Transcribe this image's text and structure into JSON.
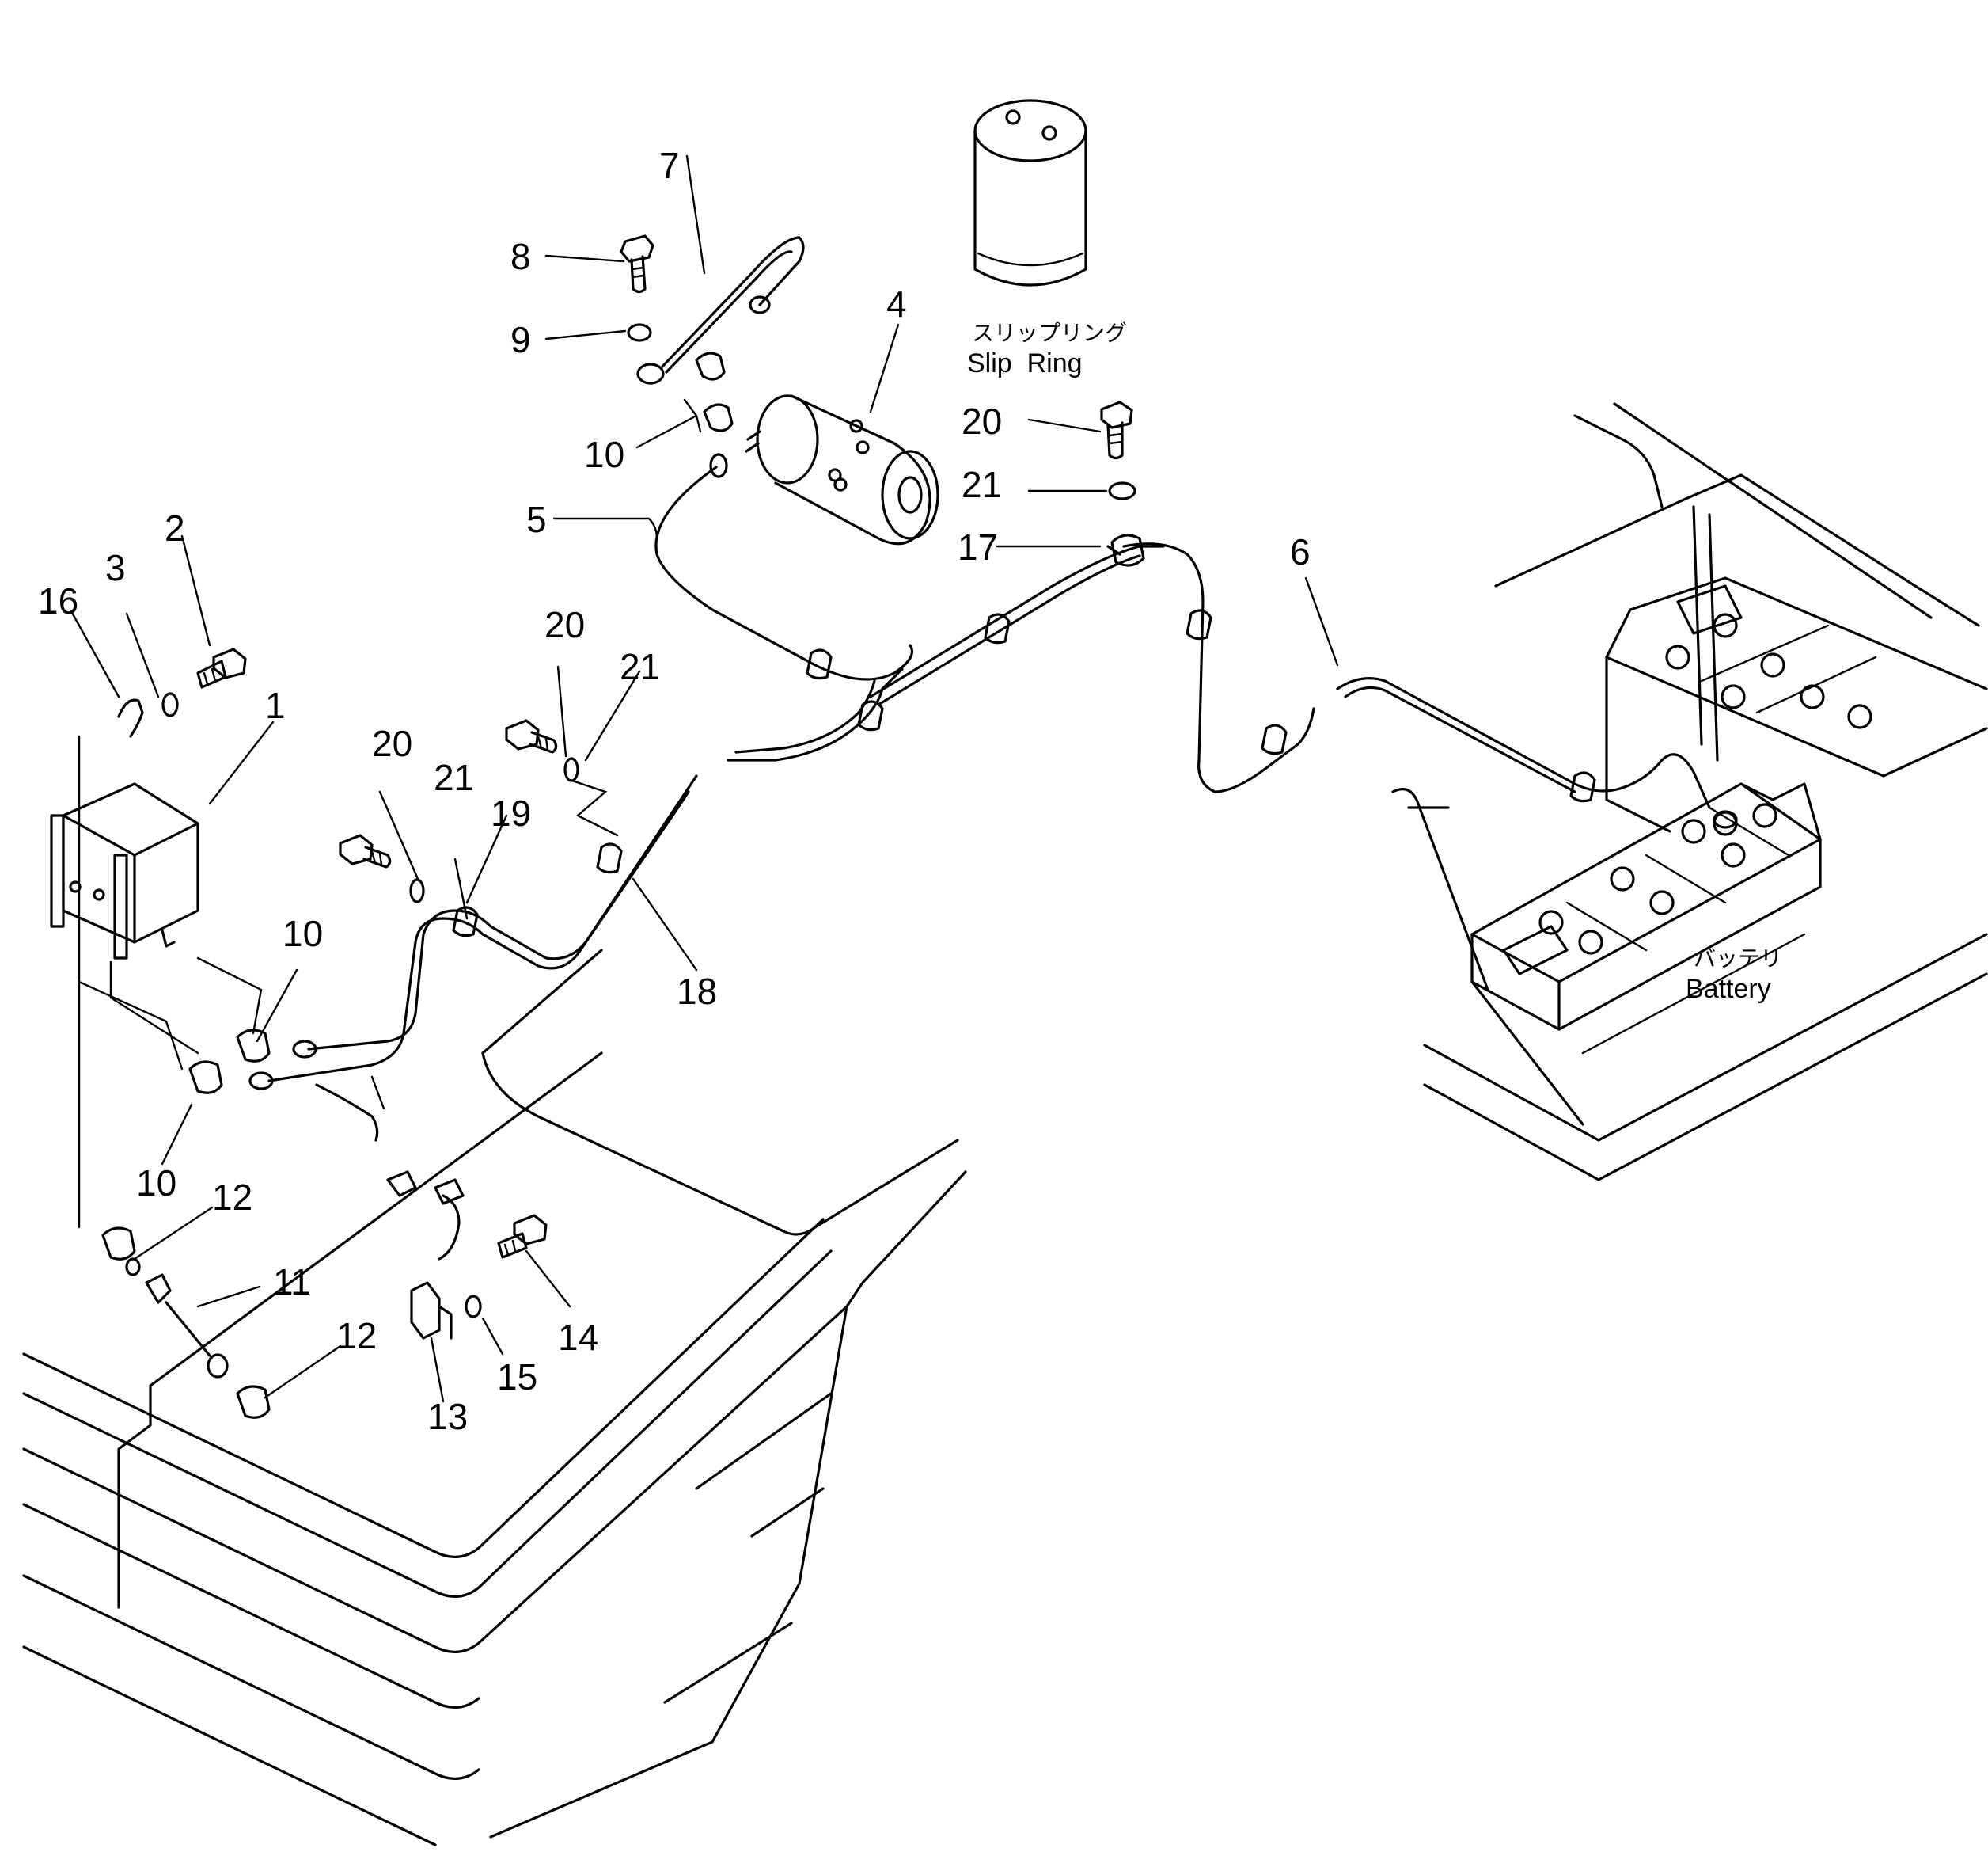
{
  "labels": {
    "slip_ring_jp": "スリップリング",
    "slip_ring_en": "Slip  Ring",
    "battery_jp": "バッテリ",
    "battery_en": "Battery"
  },
  "callouts": {
    "n1": "1",
    "n2": "2",
    "n3": "3",
    "n4": "4",
    "n5": "5",
    "n6": "6",
    "n7": "7",
    "n8": "8",
    "n9": "9",
    "n10": "10",
    "n11": "11",
    "n12": "12",
    "n13": "13",
    "n14": "14",
    "n15": "15",
    "n16": "16",
    "n17": "17",
    "n18": "18",
    "n19": "19",
    "n20": "20",
    "n21": "21"
  }
}
